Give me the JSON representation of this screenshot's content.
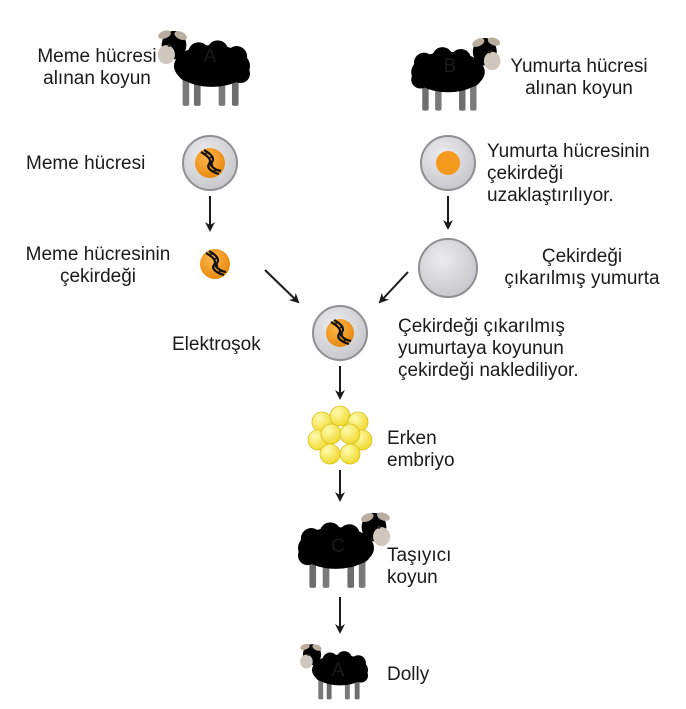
{
  "diagram": {
    "sheep_a": {
      "letter": "A",
      "label_lines": [
        "Meme hücresi",
        "alınan koyun"
      ]
    },
    "sheep_b": {
      "letter": "B",
      "label_lines": [
        "Yumurta hücresi",
        "alınan koyun"
      ]
    },
    "mammary_cell": {
      "label": "Meme hücresi"
    },
    "mammary_nucleus": {
      "label_lines": [
        "Meme hücresinin",
        "çekirdeği"
      ]
    },
    "egg_cell": {
      "label_lines": [
        "Yumurta hücresinin",
        "çekirdeği",
        "uzaklaştırılıyor."
      ]
    },
    "enucleated_egg": {
      "label_lines": [
        "Çekirdeği",
        "çıkarılmış yumurta"
      ]
    },
    "fusion": {
      "left_label": "Elektroşok",
      "right_lines": [
        "Çekirdeği çıkarılmış",
        "yumurtaya koyunun",
        "çekirdeği naklediliyor."
      ]
    },
    "embryo": {
      "label_lines": [
        "Erken",
        "embriyo"
      ]
    },
    "sheep_c": {
      "letter": "C",
      "label_lines": [
        "Taşıyıcı",
        "koyun"
      ]
    },
    "dolly": {
      "letter": "A",
      "label": "Dolly"
    },
    "colors": {
      "white_sheep": "#e9ecf3",
      "tan_sheep": "#e6c9a4",
      "brown_sheep": "#d4774c",
      "cell_gray": "#d4d4d6",
      "nucleus_orange": "#f39a1e",
      "embryo_yellow": "#f7e84e"
    }
  }
}
